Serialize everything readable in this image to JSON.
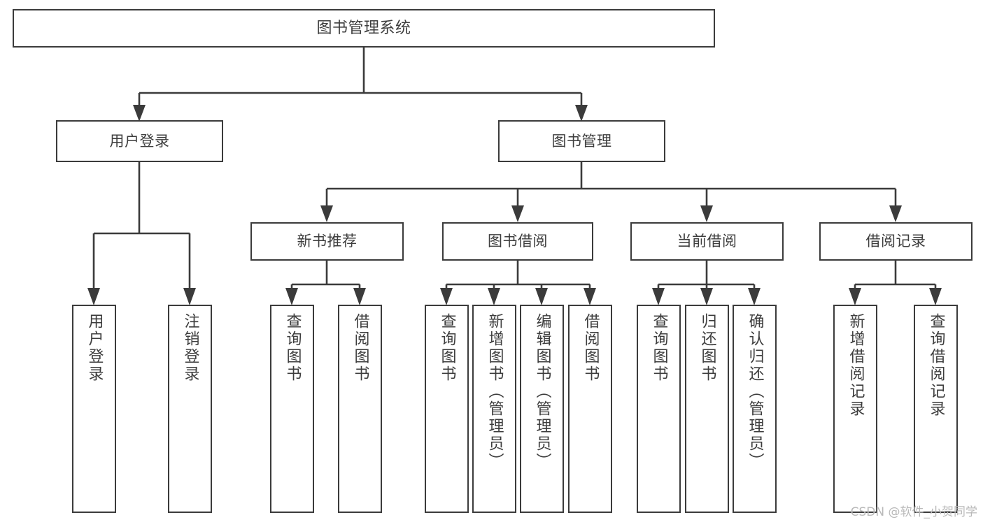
{
  "diagram": {
    "title": "图书管理系统",
    "type": "tree-hierarchy",
    "orientation": "top-down",
    "colors": {
      "background": "#ffffff",
      "stroke": "#3b3b3b",
      "text": "#3d3d3d",
      "watermark": "#b9b9b9"
    },
    "root": {
      "label": "图书管理系统"
    },
    "level1": [
      {
        "label": "用户登录"
      },
      {
        "label": "图书管理"
      }
    ],
    "level2": [
      {
        "label": "新书推荐"
      },
      {
        "label": "图书借阅"
      },
      {
        "label": "当前借阅"
      },
      {
        "label": "借阅记录"
      }
    ],
    "leaves": {
      "user_login": [
        {
          "label": "用户登录"
        },
        {
          "label": "注销登录"
        }
      ],
      "new_book_recommend": [
        {
          "label": "查询图书"
        },
        {
          "label": "借阅图书"
        }
      ],
      "book_borrow": [
        {
          "label": "查询图书"
        },
        {
          "label": "新增图书（管理员）"
        },
        {
          "label": "编辑图书（管理员）"
        },
        {
          "label": "借阅图书"
        }
      ],
      "current_borrow": [
        {
          "label": "查询图书"
        },
        {
          "label": "归还图书"
        },
        {
          "label": "确认归还（管理员）"
        }
      ],
      "borrow_record": [
        {
          "label": "新增借阅记录"
        },
        {
          "label": "查询借阅记录"
        }
      ]
    }
  },
  "watermark": {
    "text": "CSDN @软件_小贺同学"
  }
}
